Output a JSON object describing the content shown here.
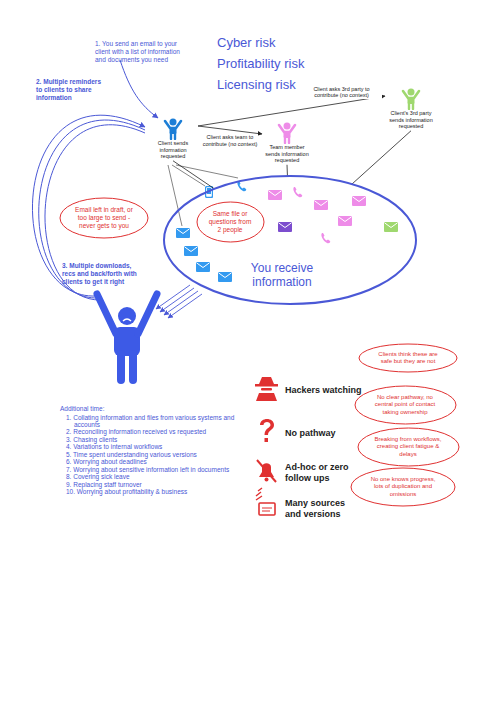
{
  "diagram": {
    "nodes": [
      {
        "text": [
          "Client sends information requested"
        ]
      },
      {
        "text": [
          "Team member sends information requested"
        ]
      },
      {
        "text": [
          "Client's 3rd party sends information requested"
        ]
      },
      {
        "text": [
          "You receive information"
        ]
      },
      {
        "text": [
          "Email left in draft, or too large to send - never gets to you"
        ]
      },
      {
        "text": [
          "Same file or questions from 2 people"
        ],
        "in": 3
      },
      {
        "text": [
          "Clients think these are safe but they are not"
        ]
      },
      {
        "text": [
          "No clear pathway, no central point of contact taking ownership"
        ]
      },
      {
        "text": [
          "Breaking from workflows, creating client fatigue & delays"
        ]
      },
      {
        "text": [
          "No one knows progress, lots of duplication and omissions"
        ]
      }
    ],
    "edges": [
      {
        "from": 0,
        "to": 1,
        "label": "Client asks team to contribute (no context)",
        "arrow": "to"
      },
      {
        "from": 0,
        "to": 2,
        "label": "Client asks 3rd party to contribute (no context)",
        "arrow": "to"
      },
      {
        "from": 0,
        "to": 3,
        "arrow": "none"
      },
      {
        "from": 1,
        "to": 3,
        "arrow": "none"
      },
      {
        "from": 2,
        "to": 3,
        "arrow": "none"
      }
    ],
    "labels": [
      "1. You send an email to your client with a list of information and documents you need",
      "Cyber risk",
      "Profitability risk",
      "Licensing risk",
      "2. Multiple reminders to clients to share information",
      "3. Multiple downloads, recs and back/forth with clients to get it right",
      "Hackers watching",
      "No pathway",
      "Ad-hoc or zero follow ups",
      "Many sources and versions",
      "Additional time:",
      "1. Collating information and files from various systems and accounts",
      "2. Reconciling information received vs requested",
      "3. Chasing clients",
      "4. Variations to internal workflows",
      "5. Time spent understanding various versions",
      "6. Worrying about deadlines",
      "7. Worrying about sensitive information left in documents",
      "8. Covering sick leave",
      "9. Replacing staff turnover",
      "10. Worrying about profitability & business"
    ]
  }
}
